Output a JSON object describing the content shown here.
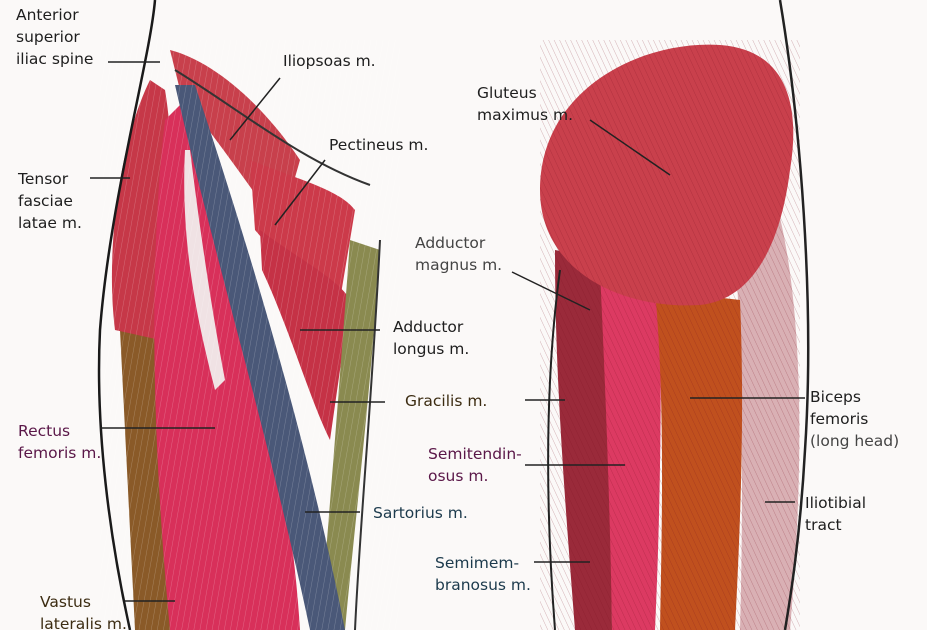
{
  "labels": {
    "asis": [
      "Anterior",
      "superior",
      "iliac spine"
    ],
    "iliopsoas": "Iliopsoas m.",
    "pectineus": "Pectineus m.",
    "tensor": [
      "Tensor",
      "fasciae",
      "latae m."
    ],
    "adductor_longus": [
      "Adductor",
      "longus m."
    ],
    "rectus": [
      "Rectus",
      "femoris m."
    ],
    "sartorius": "Sartorius m.",
    "vastus": [
      "Vastus",
      "lateralis m."
    ],
    "gluteus": [
      "Gluteus",
      "maximus m."
    ],
    "adductor_magnus": [
      "Adductor",
      "magnus m."
    ],
    "gracilis": "Gracilis m.",
    "biceps": [
      "Biceps",
      "femoris",
      "(long head)"
    ],
    "semitendinosus": [
      "Semitendin-",
      "osus m."
    ],
    "iliotibial": [
      "Iliotibial",
      "tract"
    ],
    "semimembranosus": [
      "Semimem-",
      "branosus m."
    ]
  },
  "colors": {
    "muscle_red": "#c8384a",
    "muscle_pink": "#d8355e",
    "sartorius_blue": "#4a5878",
    "adductor_olive": "#8a8a50",
    "biceps_orange": "#c0501e",
    "iliotibial_pale": "#d9b0b4"
  }
}
